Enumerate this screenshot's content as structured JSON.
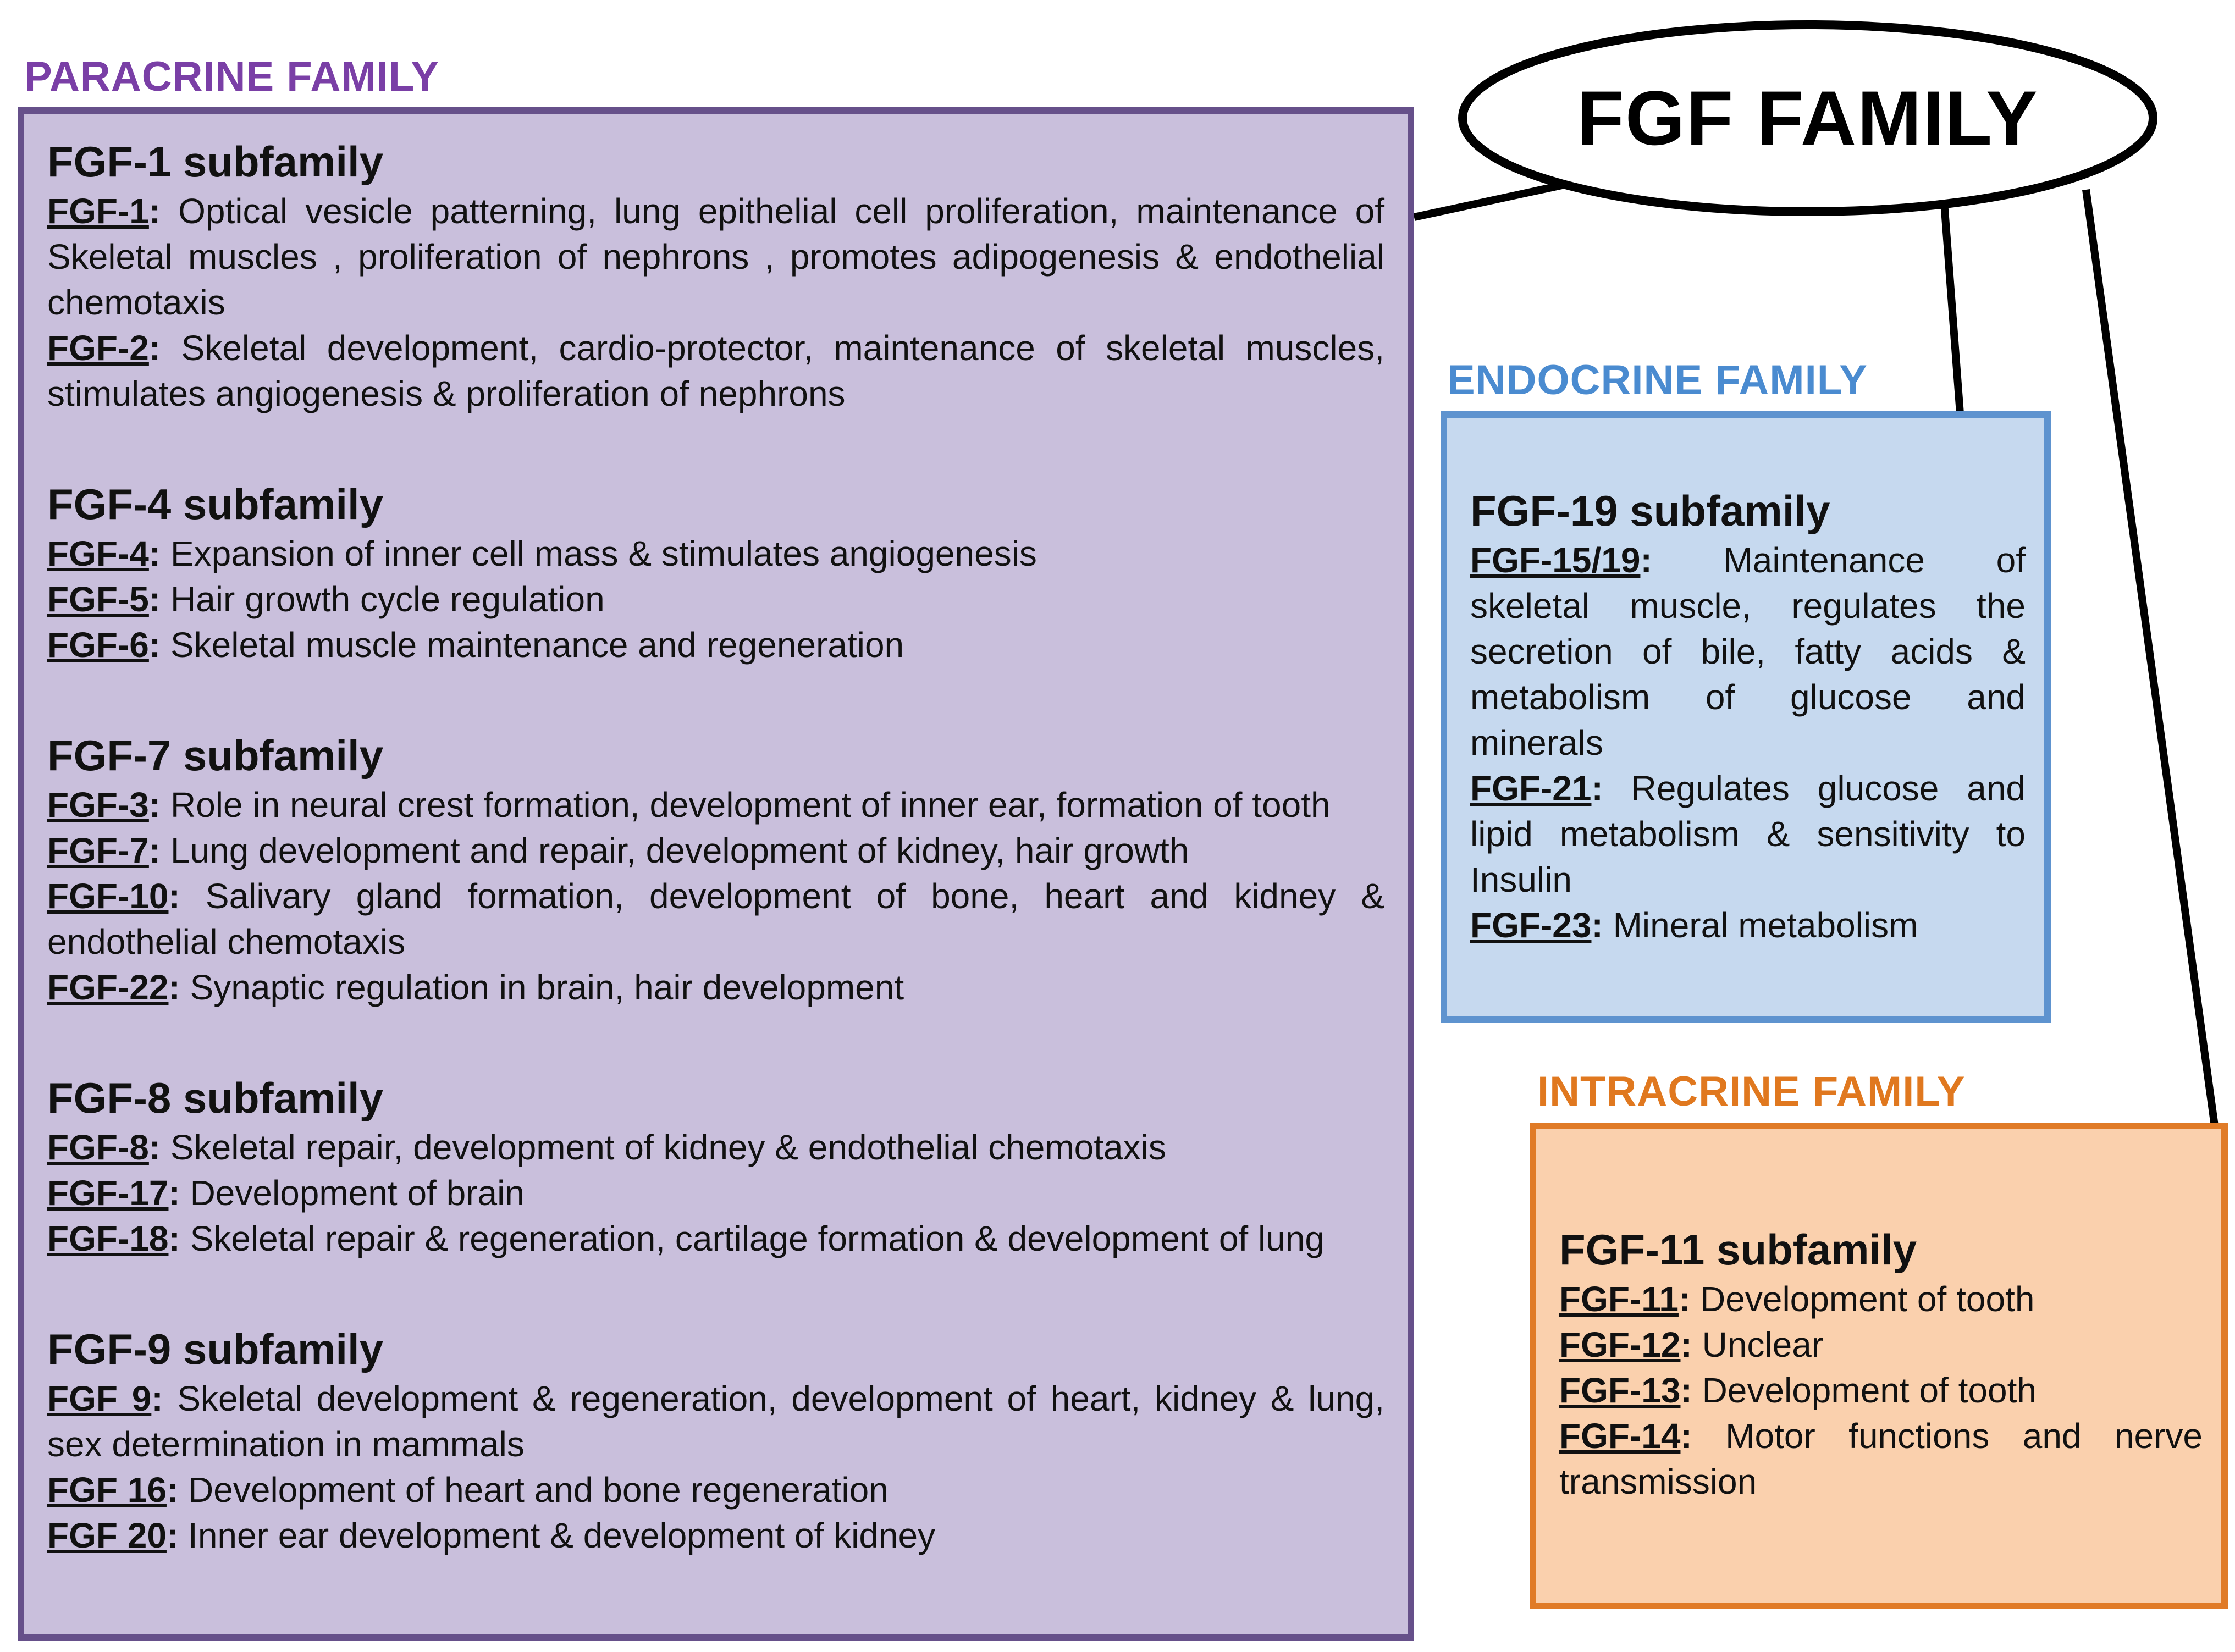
{
  "title": "FGF FAMILY",
  "colors": {
    "paracrine_label": "#7a3fa6",
    "paracrine_fill": "#c9bfdc",
    "paracrine_border": "#66508a",
    "endocrine_label": "#4a8bd0",
    "endocrine_fill": "#c6d9ef",
    "endocrine_border": "#5e93cf",
    "intracrine_label": "#e0781f",
    "intracrine_fill": "#fad0ad",
    "intracrine_border": "#e07b27"
  },
  "paracrine": {
    "label": "PARACRINE FAMILY",
    "subfamilies": [
      {
        "title": "FGF-1 subfamily",
        "entries": [
          {
            "gene": "FGF-1",
            "text": " Optical vesicle patterning, lung epithelial cell proliferation, maintenance of Skeletal muscles , proliferation of nephrons , promotes adipogenesis & endothelial chemotaxis"
          },
          {
            "gene": "FGF-2",
            "text": " Skeletal development, cardio-protector, maintenance of skeletal muscles, stimulates angiogenesis & proliferation of nephrons"
          }
        ]
      },
      {
        "title": "FGF-4  subfamily",
        "entries": [
          {
            "gene": "FGF-4",
            "text": " Expansion of inner cell mass & stimulates angiogenesis"
          },
          {
            "gene": "FGF-5",
            "text": " Hair growth cycle regulation"
          },
          {
            "gene": "FGF-6",
            "text": " Skeletal muscle maintenance and regeneration"
          }
        ]
      },
      {
        "title": "FGF-7 subfamily",
        "entries": [
          {
            "gene": "FGF-3",
            "text": " Role in neural crest formation, development of inner ear, formation of tooth"
          },
          {
            "gene": "FGF-7",
            "text": " Lung development and repair, development of kidney, hair growth"
          },
          {
            "gene": "FGF-10",
            "text": " Salivary gland formation, development of bone, heart and kidney & endothelial chemotaxis"
          },
          {
            "gene": "FGF-22",
            "text": "  Synaptic regulation in brain, hair development"
          }
        ]
      },
      {
        "title": "FGF-8 subfamily",
        "entries": [
          {
            "gene": "FGF-8",
            "text": " Skeletal repair, development of kidney & endothelial chemotaxis"
          },
          {
            "gene": "FGF-17",
            "text": " Development of brain"
          },
          {
            "gene": "FGF-18",
            "text": " Skeletal repair & regeneration, cartilage formation & development of lung"
          }
        ]
      },
      {
        "title": "FGF-9 subfamily",
        "entries": [
          {
            "gene": "FGF 9",
            "text": " Skeletal  development & regeneration, development of heart, kidney & lung, sex determination in mammals"
          },
          {
            "gene": "FGF 16",
            "text": "  Development of heart and bone regeneration"
          },
          {
            "gene": "FGF 20",
            "text": "  Inner ear development & development of kidney"
          }
        ]
      }
    ]
  },
  "endocrine": {
    "label": "ENDOCRINE FAMILY",
    "subfamilies": [
      {
        "title": "FGF-19 subfamily",
        "entries": [
          {
            "gene": "FGF-15/19",
            "text": "  Maintenance of skeletal muscle, regulates the secretion of bile, fatty acids & metabolism of glucose and minerals"
          },
          {
            "gene": "FGF-21",
            "text": " Regulates glucose and lipid metabolism & sensitivity to Insulin"
          },
          {
            "gene": "FGF-23",
            "text": " Mineral metabolism"
          }
        ]
      }
    ]
  },
  "intracrine": {
    "label": "INTRACRINE FAMILY",
    "subfamilies": [
      {
        "title": "FGF-11 subfamily",
        "entries": [
          {
            "gene": "FGF-11",
            "text": " Development of tooth"
          },
          {
            "gene": "FGF-12",
            "text": " Unclear"
          },
          {
            "gene": "FGF-13",
            "text": " Development of tooth"
          },
          {
            "gene": "FGF-14",
            "text": "  Motor functions and nerve transmission"
          }
        ]
      }
    ]
  }
}
